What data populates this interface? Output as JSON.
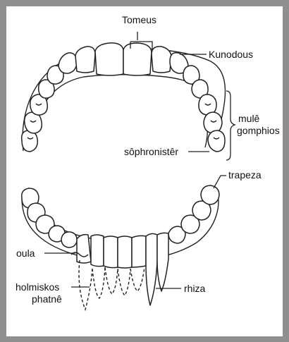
{
  "labels": {
    "tomeus": "Tomeus",
    "kunodous": "Kunodous",
    "mule_gomphios_line1": "mulê",
    "mule_gomphios_line2": "gomphios",
    "sophronister": "sôphronistêr",
    "trapeza": "trapeza",
    "oula": "oula",
    "holmiskos_phatne_line1": "holmiskos",
    "holmiskos_phatne_line2": "phatnê",
    "rhiza": "rhiza"
  }
}
